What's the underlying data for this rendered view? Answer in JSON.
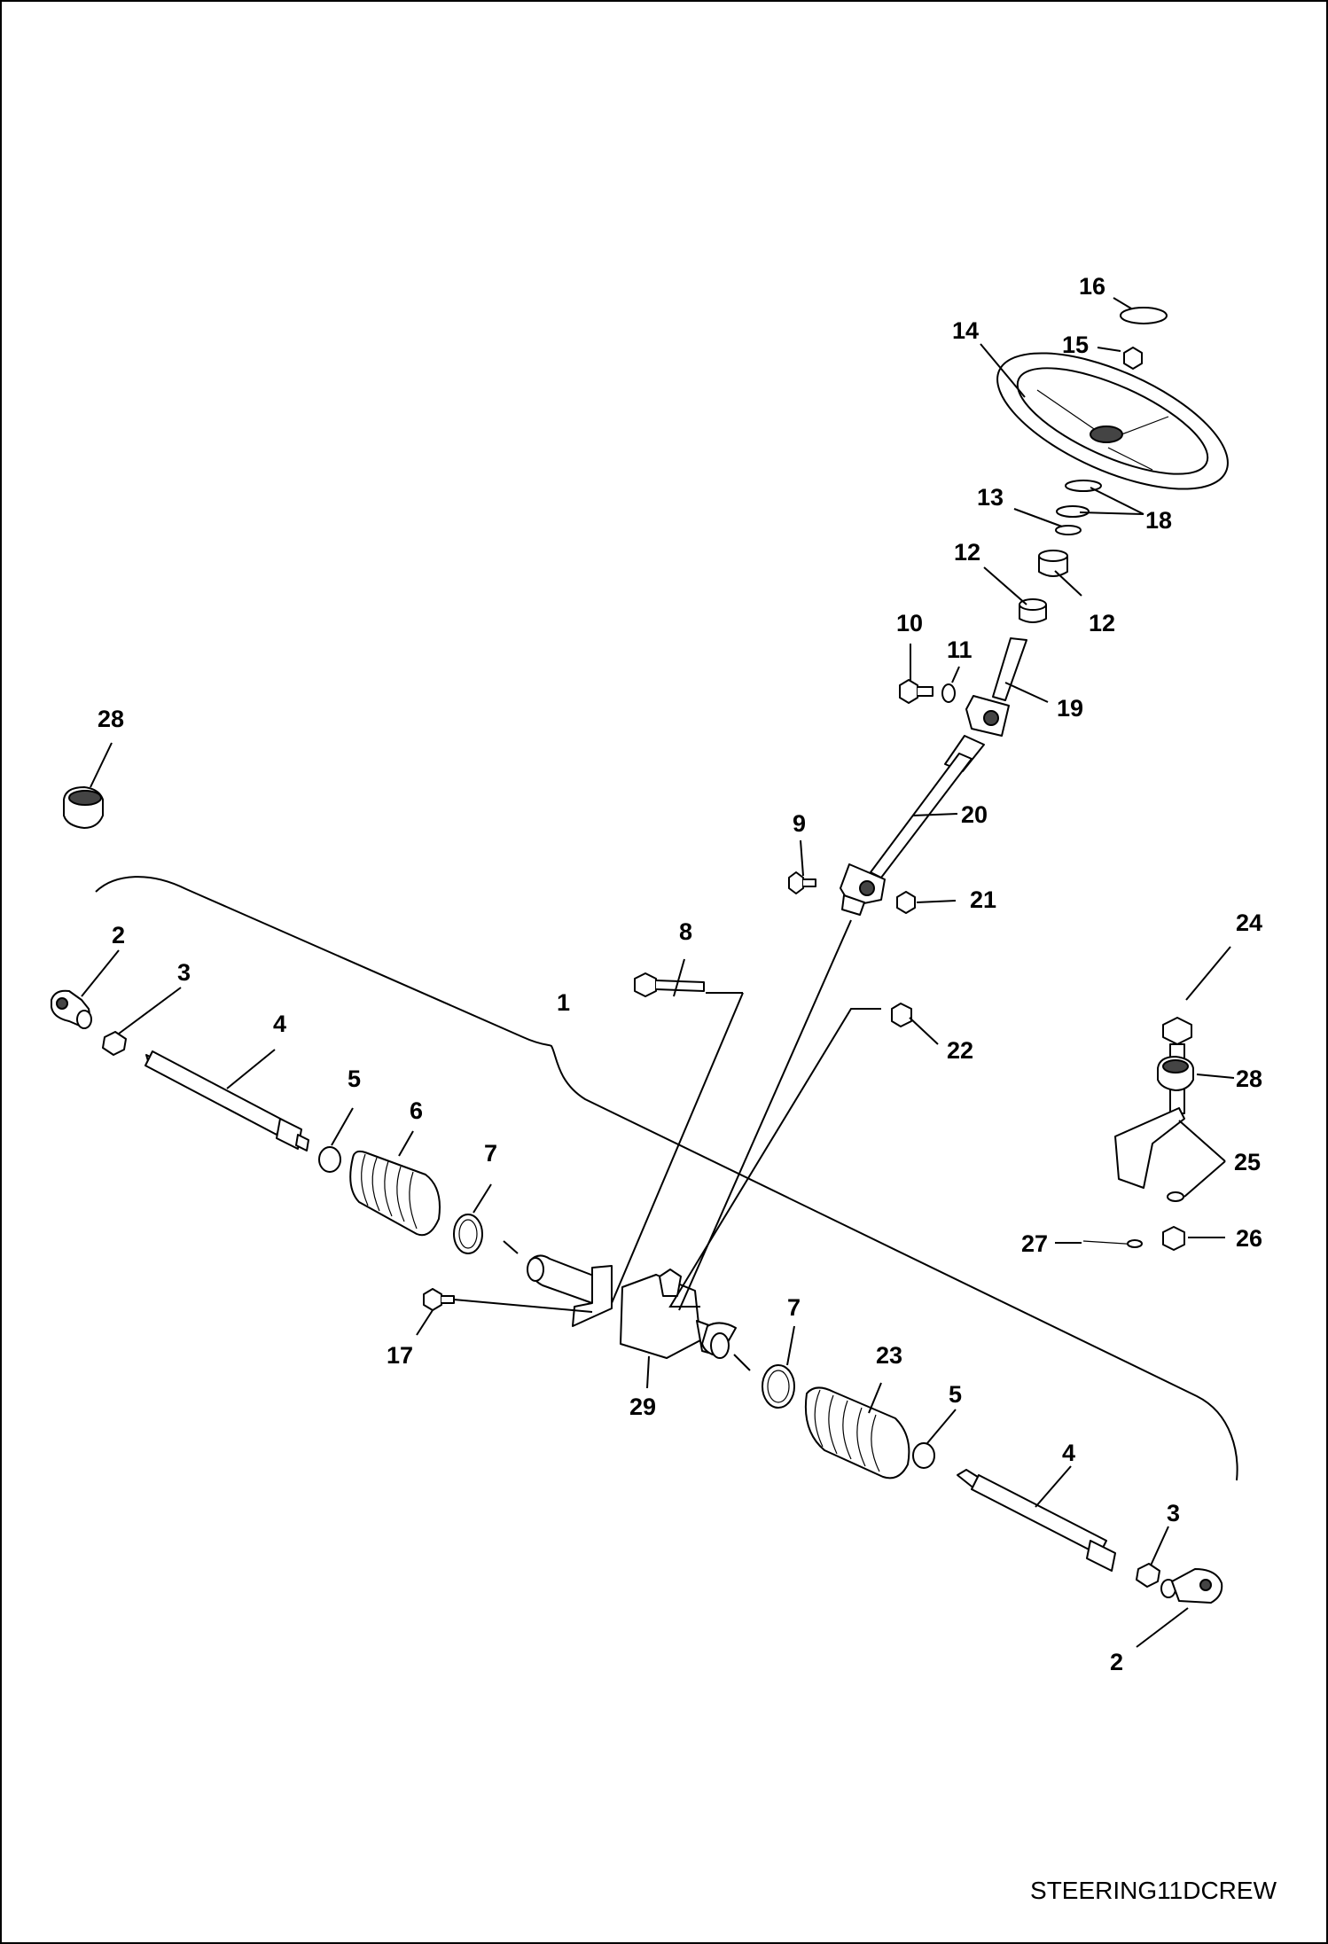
{
  "drawing_id": "STEERING11DCREW",
  "callouts": [
    {
      "id": "c16",
      "label": "16"
    },
    {
      "id": "c14",
      "label": "14"
    },
    {
      "id": "c15",
      "label": "15"
    },
    {
      "id": "c13",
      "label": "13"
    },
    {
      "id": "c18",
      "label": "18"
    },
    {
      "id": "c12a",
      "label": "12"
    },
    {
      "id": "c12b",
      "label": "12"
    },
    {
      "id": "c10",
      "label": "10"
    },
    {
      "id": "c11",
      "label": "11"
    },
    {
      "id": "c19",
      "label": "19"
    },
    {
      "id": "c28a",
      "label": "28"
    },
    {
      "id": "c20",
      "label": "20"
    },
    {
      "id": "c9",
      "label": "9"
    },
    {
      "id": "c21",
      "label": "21"
    },
    {
      "id": "c24",
      "label": "24"
    },
    {
      "id": "c2a",
      "label": "2"
    },
    {
      "id": "c8",
      "label": "8"
    },
    {
      "id": "c3a",
      "label": "3"
    },
    {
      "id": "c1",
      "label": "1"
    },
    {
      "id": "c4a",
      "label": "4"
    },
    {
      "id": "c22",
      "label": "22"
    },
    {
      "id": "c28b",
      "label": "28"
    },
    {
      "id": "c5a",
      "label": "5"
    },
    {
      "id": "c6",
      "label": "6"
    },
    {
      "id": "c25",
      "label": "25"
    },
    {
      "id": "c7a",
      "label": "7"
    },
    {
      "id": "c27",
      "label": "27"
    },
    {
      "id": "c26",
      "label": "26"
    },
    {
      "id": "c7b",
      "label": "7"
    },
    {
      "id": "c17",
      "label": "17"
    },
    {
      "id": "c23",
      "label": "23"
    },
    {
      "id": "c29",
      "label": "29"
    },
    {
      "id": "c5b",
      "label": "5"
    },
    {
      "id": "c4b",
      "label": "4"
    },
    {
      "id": "c3b",
      "label": "3"
    },
    {
      "id": "c2b",
      "label": "2"
    }
  ]
}
